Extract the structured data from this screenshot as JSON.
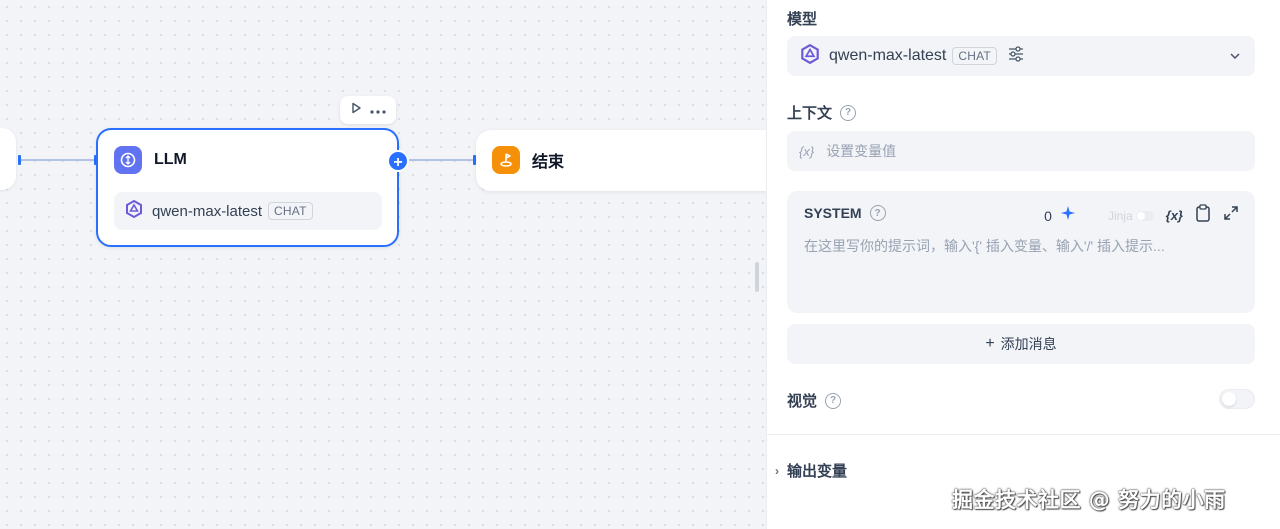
{
  "canvas": {
    "llm_node": {
      "title": "LLM",
      "model_name": "qwen-max-latest",
      "model_tag": "CHAT"
    },
    "end_node": {
      "title": "结束"
    },
    "add_button_symbol": "+",
    "toolbar": {
      "run_icon": "play-icon",
      "more_icon": "more-icon"
    }
  },
  "panel": {
    "model": {
      "label": "模型",
      "selected_model": "qwen-max-latest",
      "tag": "CHAT"
    },
    "context": {
      "label": "上下文",
      "var_icon_text": "{x}",
      "placeholder": "设置变量值"
    },
    "system": {
      "label": "SYSTEM",
      "count": "0",
      "jinja_label": "Jinja",
      "var_icon_text": "{x}",
      "placeholder": "在这里写你的提示词，输入'{' 插入变量、输入'/' 插入提示..."
    },
    "add_message": {
      "plus": "+",
      "label": "添加消息"
    },
    "vision": {
      "label": "视觉",
      "enabled": false
    },
    "output_vars": {
      "caret": "›",
      "label": "输出变量"
    }
  },
  "watermark": "掘金技术社区 @ 努力的小雨",
  "colors": {
    "accent": "#2970ff",
    "llm_icon_bg": "#6172f3",
    "end_icon_bg": "#f79009"
  }
}
